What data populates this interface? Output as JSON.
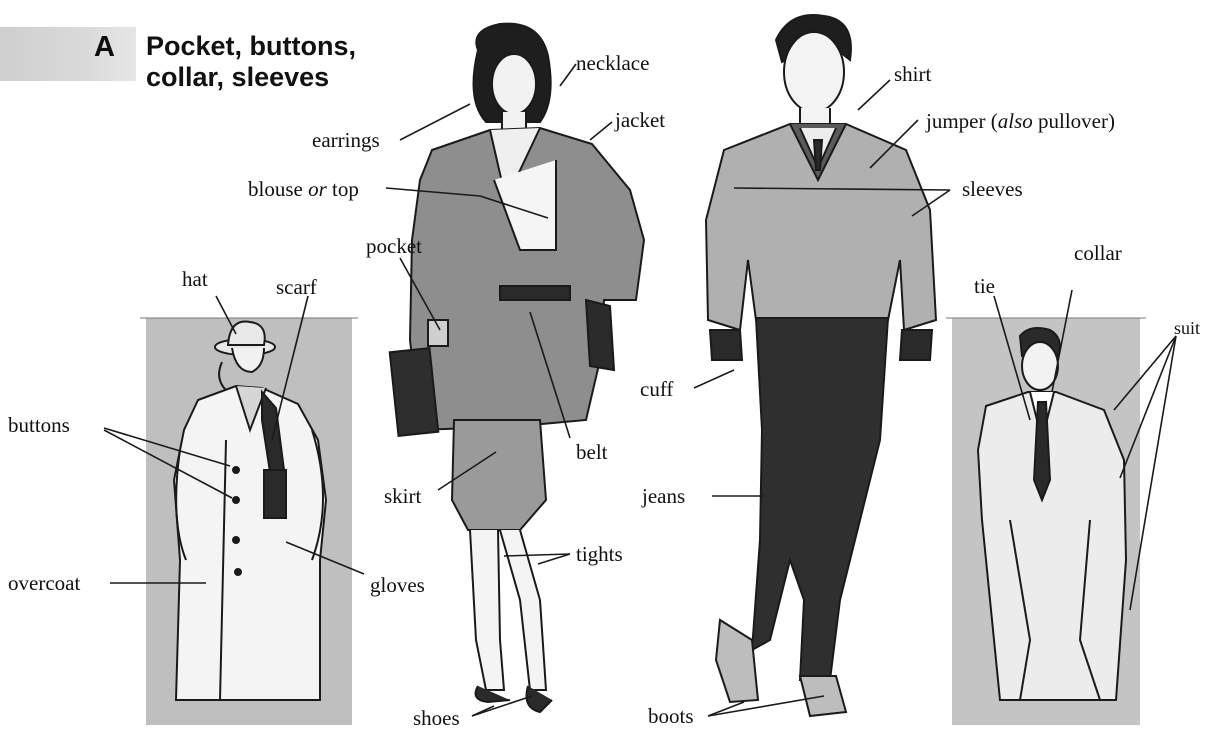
{
  "section": {
    "letter": "A",
    "title_line1": "Pocket, buttons,",
    "title_line2": "collar, sleeves"
  },
  "labels": {
    "necklace": "necklace",
    "earrings": "earrings",
    "jacket": "jacket",
    "blouse": "blouse",
    "or": "or",
    "top": "top",
    "pocket": "pocket",
    "hat": "hat",
    "scarf": "scarf",
    "buttons": "buttons",
    "overcoat": "overcoat",
    "gloves": "gloves",
    "belt": "belt",
    "skirt": "skirt",
    "tights": "tights",
    "shoes": "shoes",
    "shirt": "shirt",
    "jumper": "jumper (",
    "also": "also",
    "pullover": "pullover)",
    "sleeves": "sleeves",
    "cuff": "cuff",
    "jeans": "jeans",
    "boots": "boots",
    "collar": "collar",
    "tie": "tie",
    "suit": "suit"
  },
  "colors": {
    "panel_gray": "#bdbdbd",
    "ink": "#111111"
  }
}
